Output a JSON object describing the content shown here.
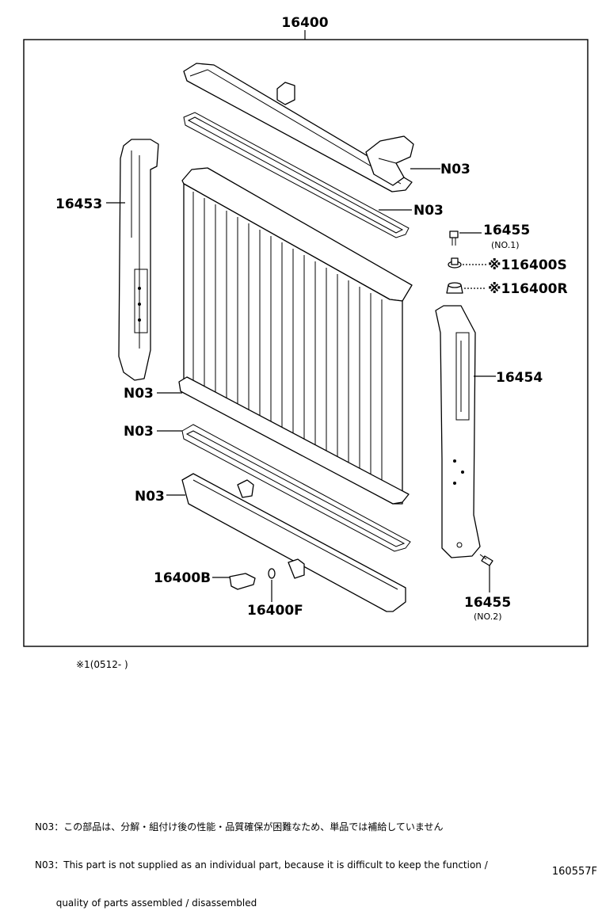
{
  "main_part": "16400",
  "callouts": {
    "tank_top": "N03",
    "gasket_top": "N03",
    "bracket_left": "16453",
    "bolt_no1": "16455",
    "bolt_no1_sub": "(NO.1)",
    "bushing_s": "※116400S",
    "bushing_r": "※116400R",
    "bracket_right": "16454",
    "core": "N03",
    "gasket_bottom": "N03",
    "tank_bottom": "N03",
    "drain_cock": "16400B",
    "drain_plug": "16400F",
    "bolt_no2": "16455",
    "bolt_no2_sub": "(NO.2)"
  },
  "footnote": "※1(0512-      )",
  "notes": [
    "N03：この部品は、分解・組付け後の性能・品質確保が困難なため、単品では補給していません",
    "N03：This part is not supplied as an individual part, because it is difficult to keep the function /",
    "       quality of parts assembled / disassembled"
  ],
  "diagram_code": "160557F"
}
